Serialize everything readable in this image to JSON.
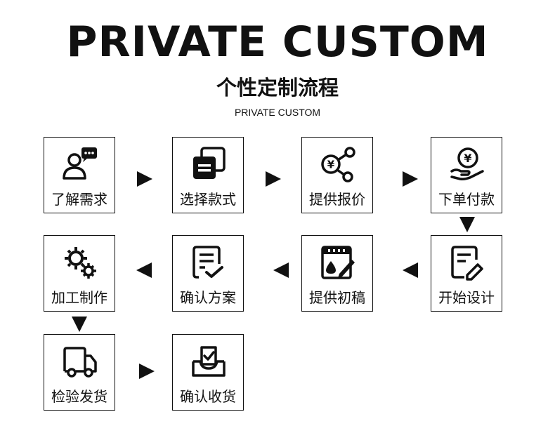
{
  "header": {
    "title": "PRIVATE CUSTOM",
    "subtitle": "个性定制流程",
    "subtitle_en": "PRIVATE CUSTOM"
  },
  "steps": [
    {
      "label": "了解需求",
      "icon": "consult-user-icon"
    },
    {
      "label": "选择款式",
      "icon": "style-cards-icon"
    },
    {
      "label": "提供报价",
      "icon": "quote-yuan-icon"
    },
    {
      "label": "下单付款",
      "icon": "payment-hand-icon"
    },
    {
      "label": "开始设计",
      "icon": "design-document-icon"
    },
    {
      "label": "提供初稿",
      "icon": "draft-palette-icon"
    },
    {
      "label": "确认方案",
      "icon": "confirm-plan-icon"
    },
    {
      "label": "加工制作",
      "icon": "gears-icon"
    },
    {
      "label": "检验发货",
      "icon": "delivery-truck-icon"
    },
    {
      "label": "确认收货",
      "icon": "receive-tray-icon"
    }
  ]
}
